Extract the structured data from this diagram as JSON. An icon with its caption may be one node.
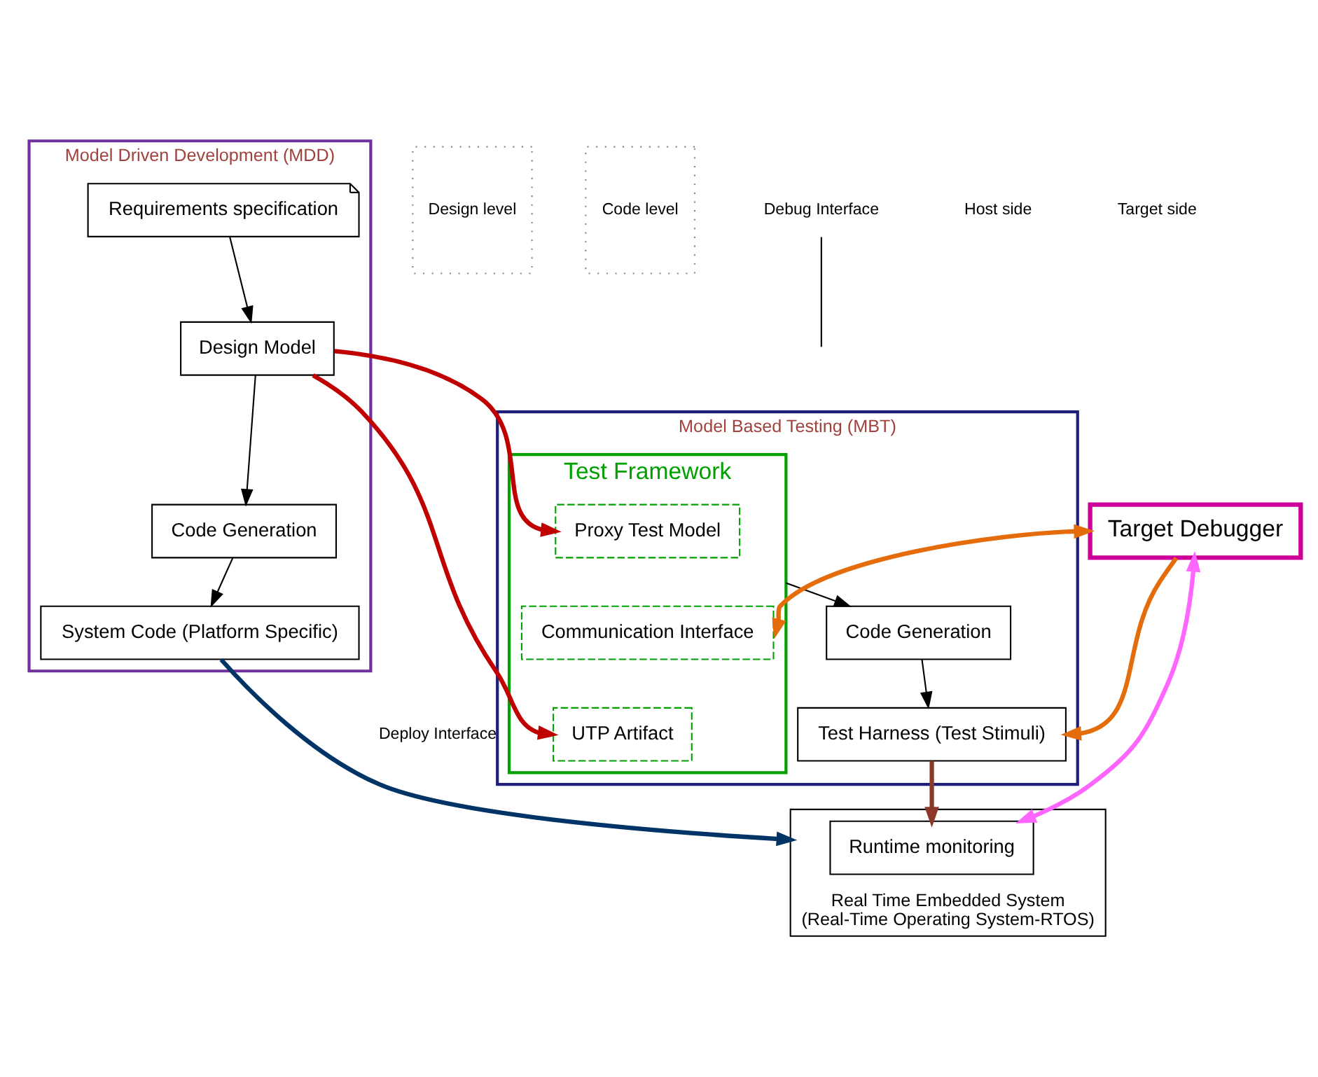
{
  "diagram": {
    "nodes": [
      {
        "text": [
          "Model Driven Development (MDD)"
        ]
      },
      {
        "text": [
          "Requirements specification"
        ],
        "in": 0
      },
      {
        "text": [
          "Design Model"
        ],
        "in": 0
      },
      {
        "text": [
          "Code Generation"
        ],
        "in": 0
      },
      {
        "text": [
          "System Code (Platform Specific)"
        ],
        "in": 0
      },
      {
        "text": [
          "Model Based Testing (MBT)"
        ]
      },
      {
        "text": [
          "Test Framework"
        ],
        "in": 5
      },
      {
        "text": [
          "Proxy Test Model"
        ],
        "in": 6
      },
      {
        "text": [
          "Communication Interface"
        ],
        "in": 6
      },
      {
        "text": [
          "UTP Artifact"
        ],
        "in": 6
      },
      {
        "text": [
          "Code Generation"
        ],
        "in": 5
      },
      {
        "text": [
          "Test Harness (Test Stimuli)"
        ],
        "in": 5
      },
      {
        "text": [
          "Target Debugger"
        ]
      },
      {
        "text": [
          "Design level"
        ]
      },
      {
        "text": [
          "Code level"
        ]
      },
      {
        "text": [
          "Real Time Embedded System",
          "(Real-Time Operating System-RTOS)"
        ]
      },
      {
        "text": [
          "Runtime monitoring"
        ],
        "in": 15
      },
      {
        "text": [
          "Debug Interface"
        ]
      }
    ],
    "edges": [
      {
        "from": 1,
        "to": 2,
        "arrow": "to"
      },
      {
        "from": 2,
        "to": 3,
        "arrow": "to"
      },
      {
        "from": 3,
        "to": 4,
        "arrow": "to"
      },
      {
        "from": 2,
        "to": 7,
        "arrow": "to",
        "color": "#c00000"
      },
      {
        "from": 2,
        "to": 9,
        "arrow": "to",
        "color": "#c00000"
      },
      {
        "from": 12,
        "to": 8,
        "arrow": "both",
        "color": "#e46c0a"
      },
      {
        "from": 12,
        "to": 11,
        "arrow": "to",
        "color": "#e46c0a"
      },
      {
        "from": 6,
        "to": 10,
        "arrow": "to"
      },
      {
        "from": 10,
        "to": 11,
        "arrow": "to"
      },
      {
        "from": 4,
        "to": 15,
        "arrow": "to",
        "label": "Deploy Interface",
        "color": "#003366"
      },
      {
        "from": 11,
        "to": 16,
        "arrow": "to",
        "color": "#8b3a2a"
      },
      {
        "from": 12,
        "to": 16,
        "arrow": "both",
        "color": "#ff66ff"
      },
      {
        "from": 17,
        "to": null,
        "arrow": "none"
      }
    ],
    "labels": [
      "Host side",
      "Target side"
    ]
  }
}
